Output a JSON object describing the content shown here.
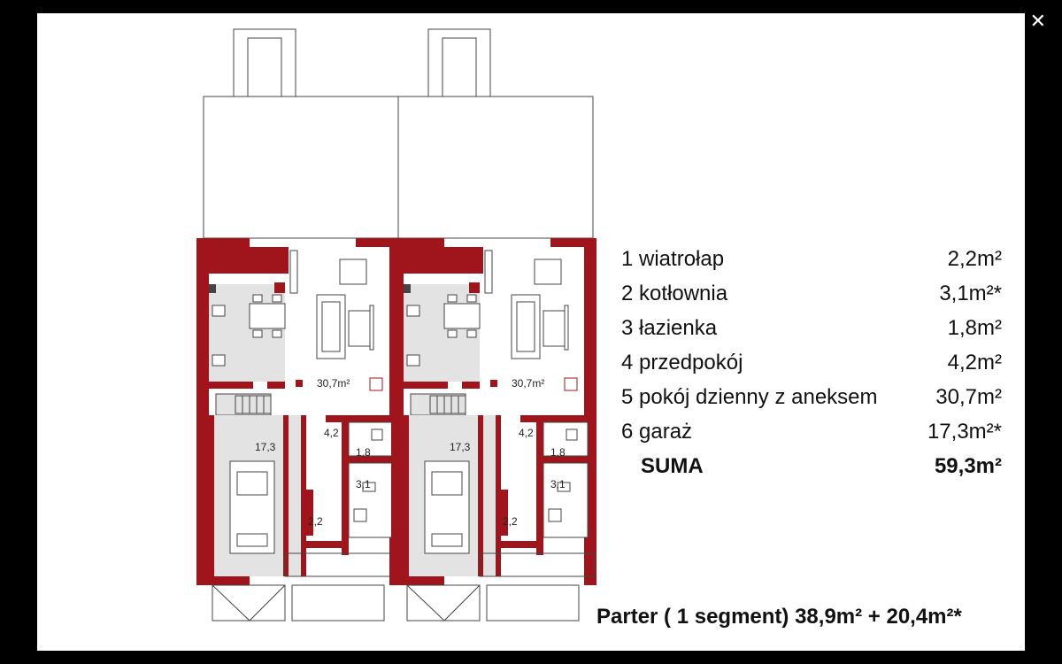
{
  "window": {
    "close_glyph": "✕"
  },
  "plan": {
    "segments": [
      {
        "rooms": {
          "living": "30,7m²",
          "garage": "17,3",
          "hall": "4,2",
          "bath": "1,8",
          "boiler": "3,1",
          "porch": "2,2"
        }
      },
      {
        "rooms": {
          "living": "30,7m²",
          "garage": "17,3",
          "hall": "4,2",
          "bath": "1,8",
          "boiler": "3,1",
          "porch": "2,2"
        }
      }
    ],
    "colors": {
      "wall": "#a0141c",
      "floor": "#e3e3e3",
      "line": "#444444"
    }
  },
  "legend": {
    "items": [
      {
        "name": "1 wiatrołap",
        "area": "2,2m²"
      },
      {
        "name": "2 kotłownia",
        "area": "3,1m²*"
      },
      {
        "name": "3 łazienka",
        "area": "1,8m²"
      },
      {
        "name": "4 przedpokój",
        "area": "4,2m²"
      },
      {
        "name": "5 pokój dzienny z aneksem",
        "area": "30,7m²"
      },
      {
        "name": "6 garaż",
        "area": "17,3m²*"
      }
    ],
    "total": {
      "name": "SUMA",
      "area": "59,3m²"
    }
  },
  "footer": "Parter ( 1 segment)  38,9m² + 20,4m²*"
}
